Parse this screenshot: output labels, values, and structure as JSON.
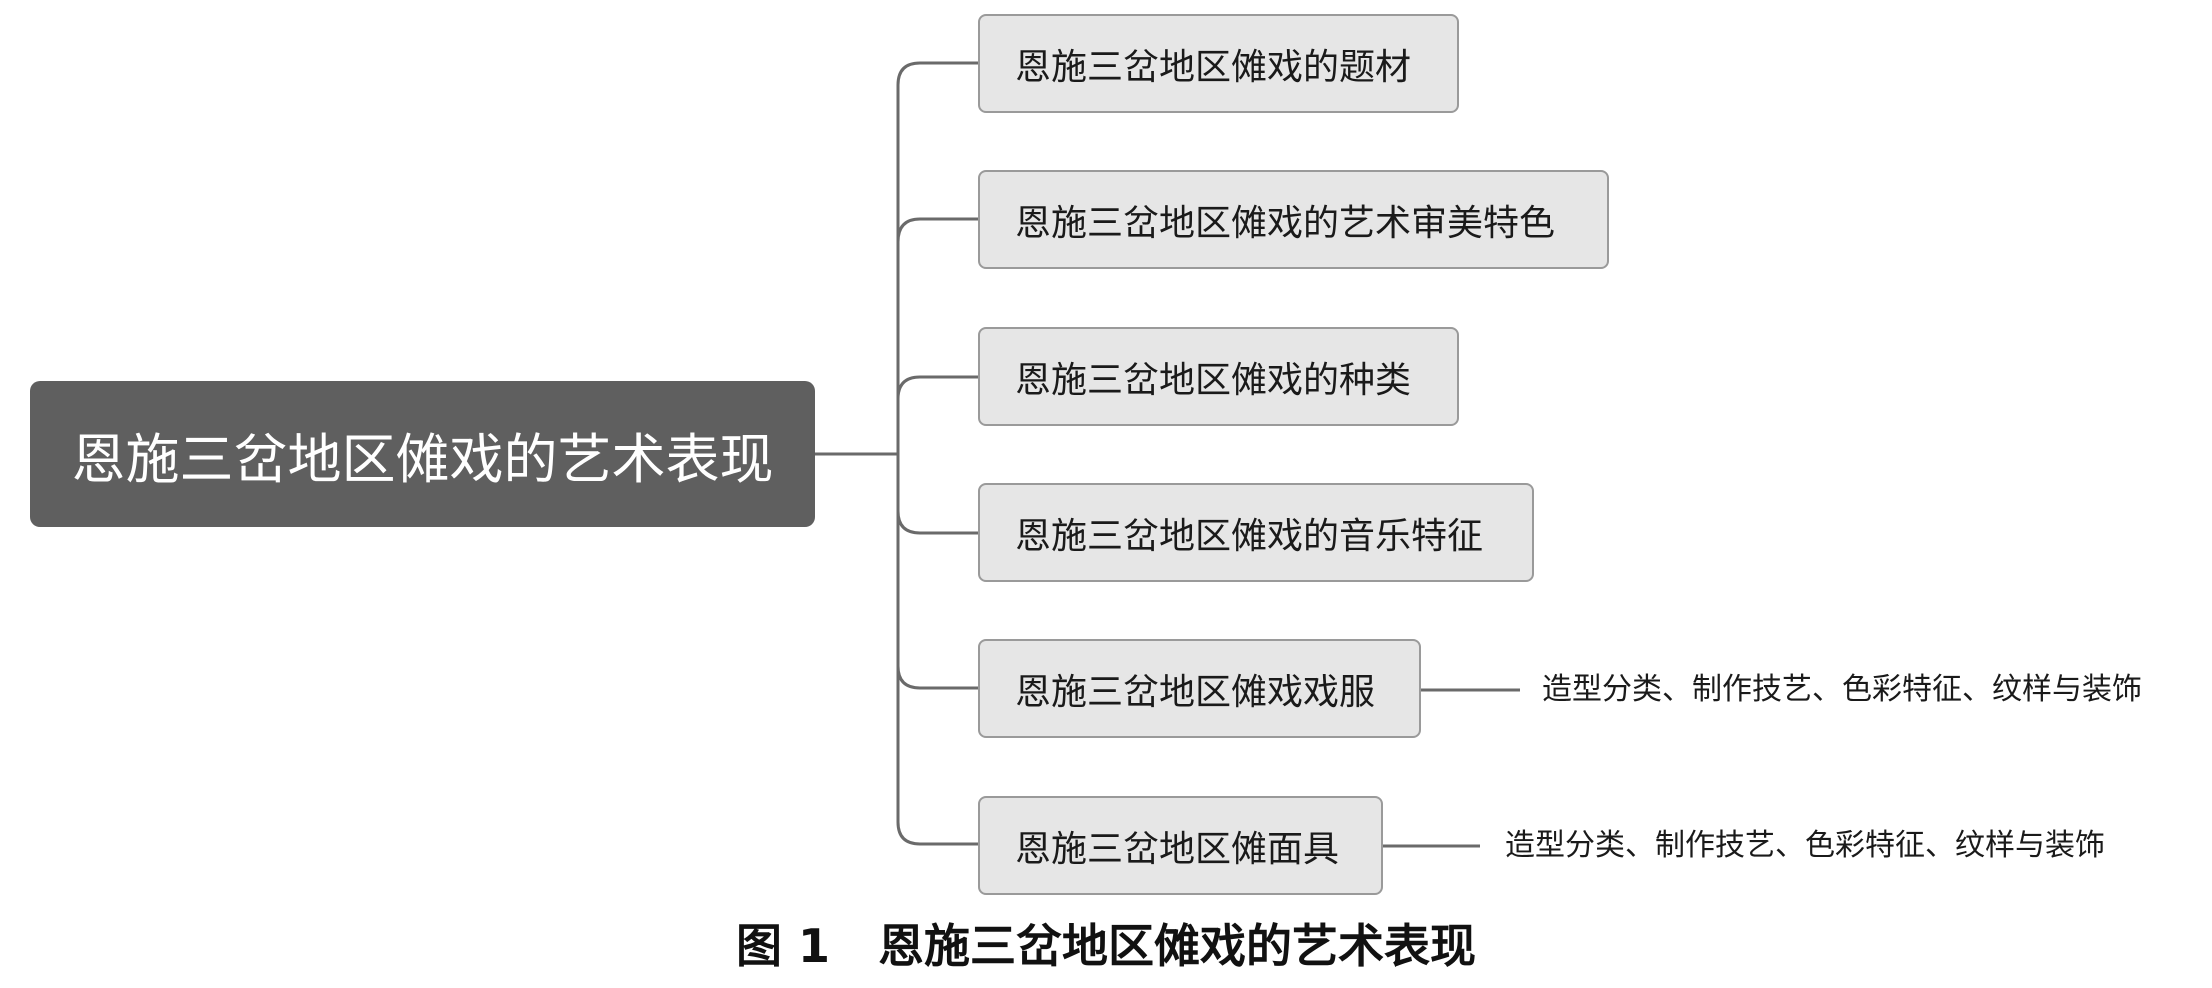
{
  "mindmap": {
    "root": {
      "label": "恩施三岔地区傩戏的艺术表现"
    },
    "branches": [
      {
        "label": "恩施三岔地区傩戏的题材"
      },
      {
        "label": "恩施三岔地区傩戏的艺术审美特色"
      },
      {
        "label": "恩施三岔地区傩戏的种类"
      },
      {
        "label": "恩施三岔地区傩戏的音乐特征"
      },
      {
        "label": "恩施三岔地区傩戏戏服",
        "detail": "造型分类、制作技艺、色彩特征、纹样与装饰"
      },
      {
        "label": "恩施三岔地区傩面具",
        "detail": "造型分类、制作技艺、色彩特征、纹样与装饰"
      }
    ]
  },
  "caption": {
    "number": "图 1",
    "title": "恩施三岔地区傩戏的艺术表现"
  },
  "colors": {
    "root_fill": "#5f5f5f",
    "branch_fill": "#e6e6e6",
    "branch_border": "#9a9a9a",
    "connector": "#6a6a6a"
  }
}
